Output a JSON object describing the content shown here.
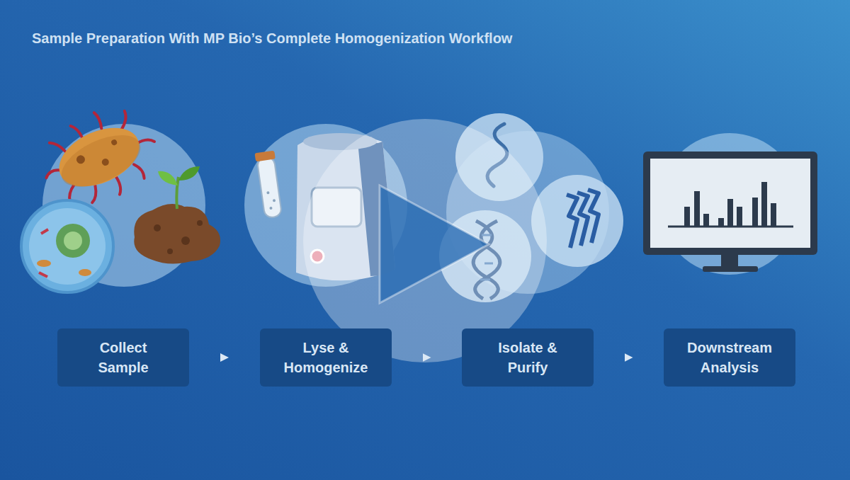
{
  "diagram": {
    "title": "Sample Preparation With MP Bio’s Complete Homogenization Workflow",
    "nodes": [
      {
        "text": [
          "Collect Sample"
        ]
      },
      {
        "text": [
          "Lyse & Homogenize"
        ]
      },
      {
        "text": [
          "Isolate & Purify"
        ]
      },
      {
        "text": [
          "Downstream Analysis"
        ]
      }
    ],
    "edges": [
      {
        "from": 0,
        "to": 1,
        "arrow": "to"
      },
      {
        "from": 1,
        "to": 2,
        "arrow": "to"
      },
      {
        "from": 2,
        "to": 3,
        "arrow": "to"
      }
    ]
  }
}
